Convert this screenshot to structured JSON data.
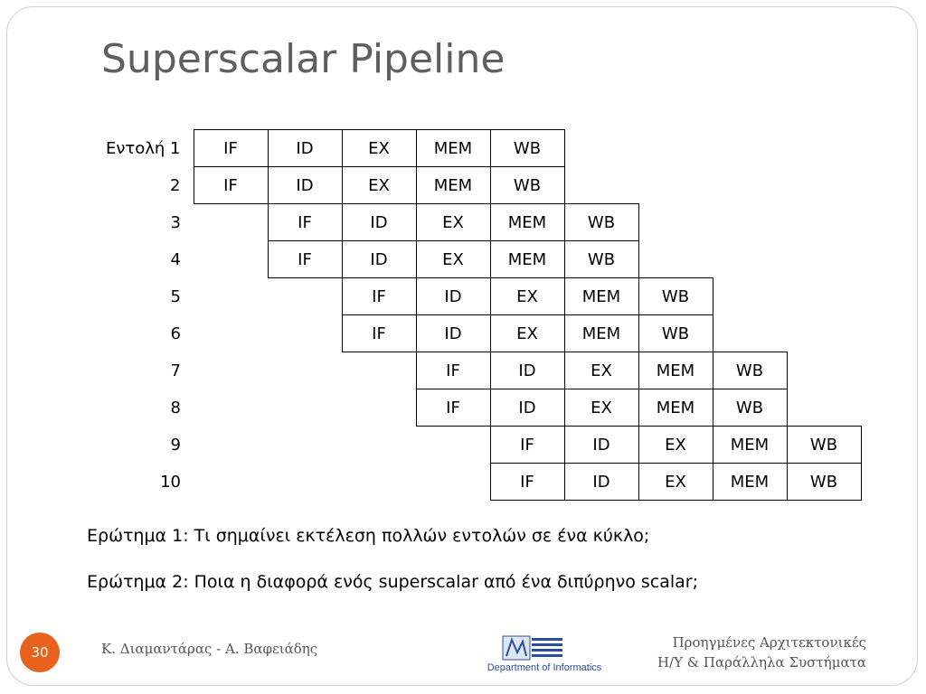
{
  "slide": {
    "title": "Superscalar Pipeline",
    "page_number": "30",
    "author": "Κ. Διαμαντάρας - Α. Βαφειάδης",
    "course_line1": "Προηγμένες Αρχιτεκτονικές",
    "course_line2": "Η/Υ & Παράλληλα Συστήματα",
    "logo_text": "Department of Informatics"
  },
  "pipeline": {
    "stages": [
      "IF",
      "ID",
      "EX",
      "MEM",
      "WB"
    ],
    "rows": [
      {
        "label": "Εντολή 1",
        "start": 0
      },
      {
        "label": "2",
        "start": 0
      },
      {
        "label": "3",
        "start": 1
      },
      {
        "label": "4",
        "start": 1
      },
      {
        "label": "5",
        "start": 2
      },
      {
        "label": "6",
        "start": 2
      },
      {
        "label": "7",
        "start": 3
      },
      {
        "label": "8",
        "start": 3
      },
      {
        "label": "9",
        "start": 4
      },
      {
        "label": "10",
        "start": 4
      }
    ],
    "total_columns": 9
  },
  "questions": {
    "q1": "Ερώτημα 1: Τι σημαίνει εκτέλεση πολλών εντολών σε ένα κύκλο;",
    "q2": "Ερώτημα 2:  Ποια η διαφορά ενός superscalar από ένα διπύρηνο scalar;"
  },
  "colors": {
    "title": "#5f5f5f",
    "page_badge": "#e8621e",
    "footer_text": "#555555",
    "logo_blue": "#2a4f9e"
  }
}
